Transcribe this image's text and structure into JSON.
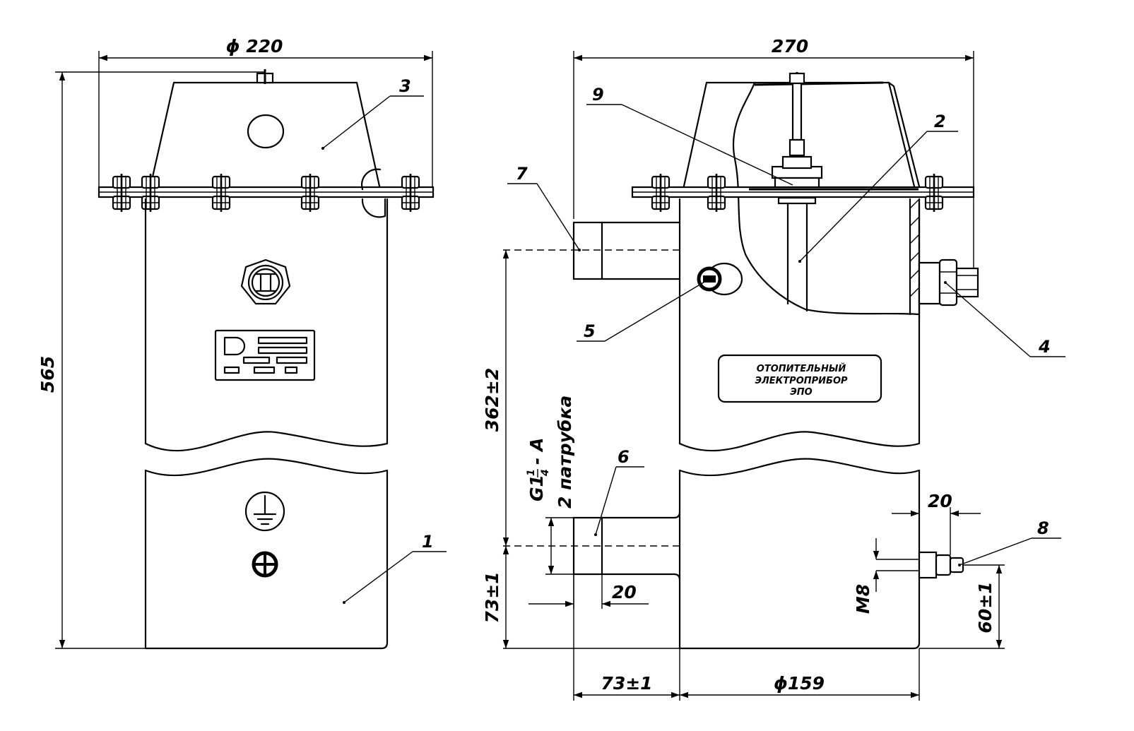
{
  "dimensions": {
    "dia220": "ϕ 220",
    "h565": "565",
    "w270": "270",
    "h362": "362±2",
    "h73": "73±1",
    "w73": "73±1",
    "dia159": "ϕ159",
    "w20_left": "20",
    "w20_right": "20",
    "m8": "M8",
    "h60": "60±1"
  },
  "callouts": [
    "1",
    "2",
    "3",
    "4",
    "5",
    "6",
    "7",
    "8",
    "9"
  ],
  "thread": {
    "prefix": "G1",
    "num": "1",
    "den": "4",
    "suffix": "- A",
    "note": "2 патрубка"
  },
  "nameplate": {
    "line1": "ОТОПИТЕЛЬНЫЙ",
    "line2": "ЭЛЕКТРОПРИБОР",
    "line3": "ЭПО"
  },
  "icons": [
    "ground-symbol-icon",
    "terminal-screw-icon",
    "cable-gland-icon",
    "rating-plate-icon"
  ]
}
